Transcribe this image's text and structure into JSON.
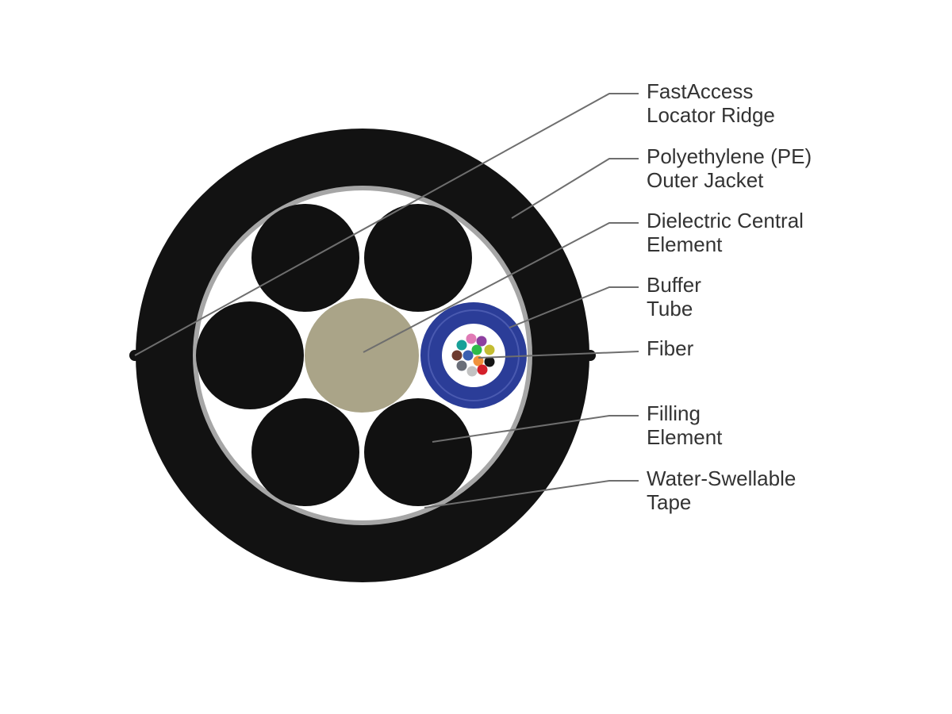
{
  "labels": [
    {
      "line1": "FastAccess",
      "line2": "Locator Ridge"
    },
    {
      "line1": "Polyethylene (PE)",
      "line2": "Outer Jacket"
    },
    {
      "line1": "Dielectric Central",
      "line2": "Element"
    },
    {
      "line1": "Buffer",
      "line2": "Tube"
    },
    {
      "line1": "Fiber",
      "line2": ""
    },
    {
      "line1": "Filling",
      "line2": "Element"
    },
    {
      "line1": "Water-Swellable",
      "line2": "Tape"
    }
  ],
  "colors": {
    "jacket": "#121212",
    "tape": "#a6a6a6",
    "interior": "#ffffff",
    "filling_element": "#111111",
    "central_element": "#aaa488",
    "buffer_tube": "#2b3d98",
    "leader_line": "#6e6e6e",
    "label_text": "#333333"
  },
  "fibers": [
    "#e07ab5",
    "#8e3fa0",
    "#18a098",
    "#2dbb4a",
    "#c4bd32",
    "#6e3b2f",
    "#3a5fb0",
    "#f0913c",
    "#151515",
    "#6a6e78",
    "#c2c2c2",
    "#d41f2a"
  ]
}
